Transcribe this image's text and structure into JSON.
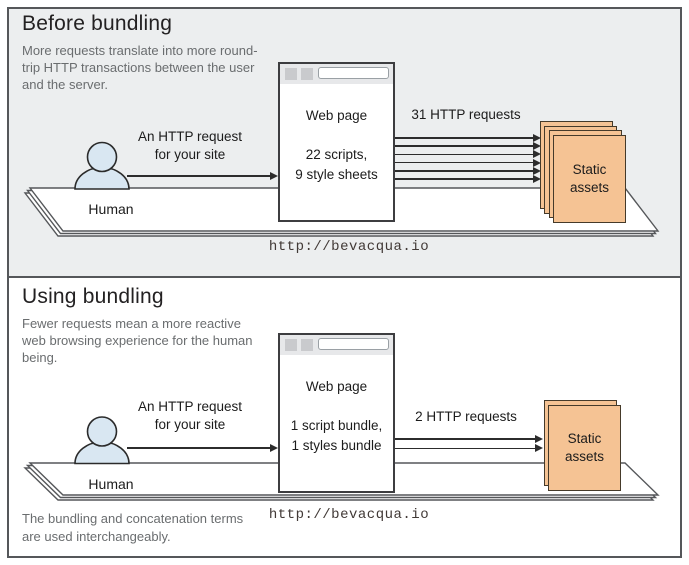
{
  "colors": {
    "panel_background": "#eceeef",
    "frame_border": "#55575a",
    "asset_fill": "#f5c394",
    "asset_border": "#453a2a",
    "human_fill": "#d9e7f2",
    "arrow_line": "#2c2c2c",
    "muted_text": "#6a6d6f",
    "title_text": "#232122"
  },
  "before": {
    "title": "Before bundling",
    "description": "More requests translate into more round-trip HTTP transactions between the user and the server.",
    "request_label_1": "An HTTP request",
    "request_label_2": "for your site",
    "human_label": "Human",
    "web_page": {
      "title": "Web page",
      "detail_1": "22 scripts,",
      "detail_2": "9 style sheets"
    },
    "requests_label": "31 HTTP requests",
    "arrow_count": 6,
    "sheet_count": 4,
    "assets_label_1": "Static",
    "assets_label_2": "assets",
    "url": "http://bevacqua.io"
  },
  "after": {
    "title": "Using bundling",
    "description": "Fewer requests mean a more reactive web browsing experience for the human being.",
    "request_label_1": "An HTTP request",
    "request_label_2": "for your site",
    "human_label": "Human",
    "web_page": {
      "title": "Web page",
      "detail_1": "1 script bundle,",
      "detail_2": "1 styles bundle"
    },
    "requests_label": "2 HTTP requests",
    "arrow_count": 2,
    "sheet_count": 2,
    "assets_label_1": "Static",
    "assets_label_2": "assets",
    "url": "http://bevacqua.io",
    "footnote": "The bundling and concatenation terms are used interchangeably."
  }
}
